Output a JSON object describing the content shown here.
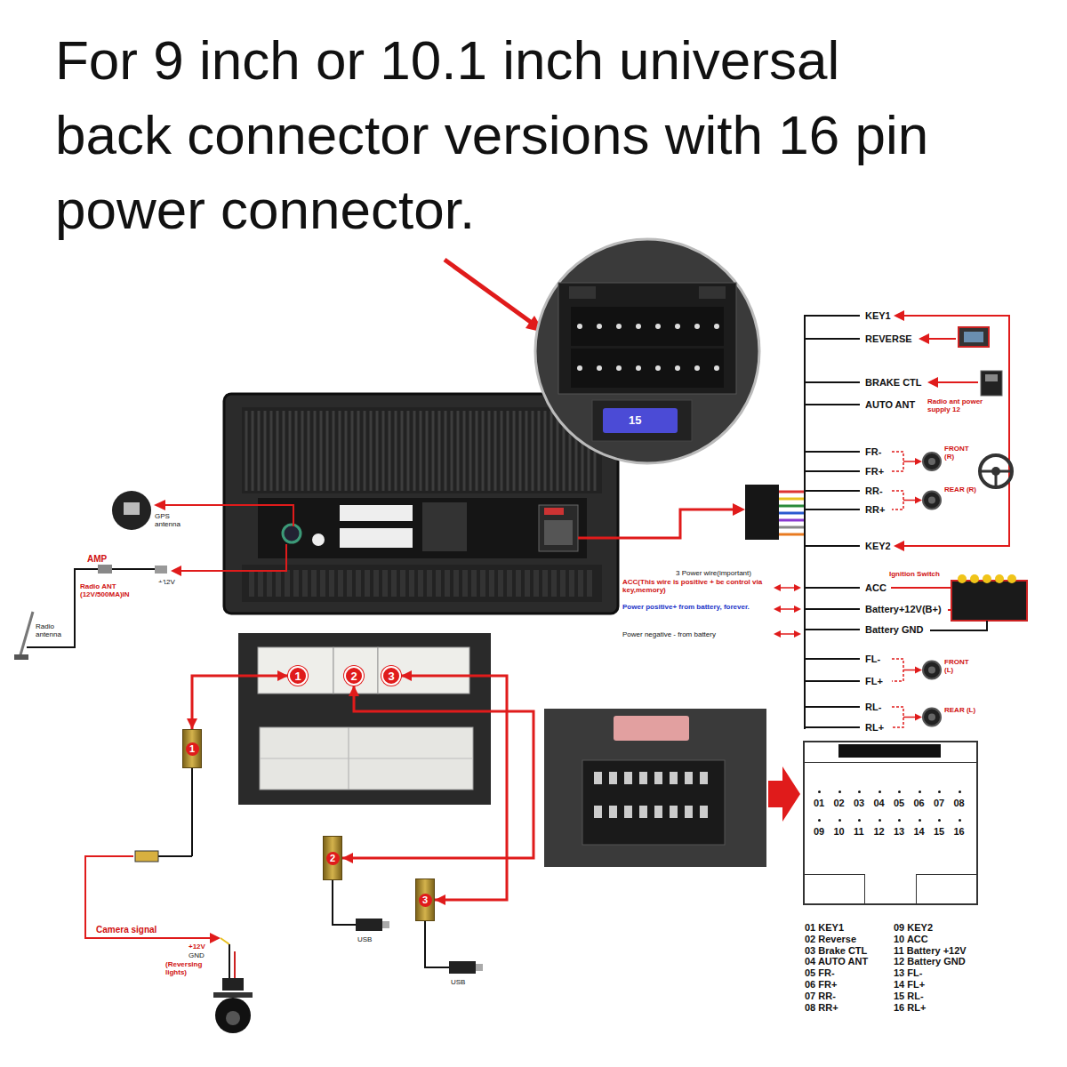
{
  "diagram": {
    "title": "For 9 inch or 10.1 inch universal back connector versions with 16 pin power connector.",
    "nodes": [
      {
        "text": [
          "1"
        ]
      },
      {
        "text": [
          "2"
        ]
      },
      {
        "text": [
          "3"
        ]
      },
      {
        "text": [
          "1"
        ]
      },
      {
        "text": [
          "2"
        ]
      },
      {
        "text": [
          "3"
        ]
      },
      {
        "text": [
          "01",
          "02",
          "03",
          "04",
          "05",
          "06",
          "07",
          "08",
          "09",
          "10",
          "11",
          "12",
          "13",
          "14",
          "15",
          "16"
        ]
      }
    ],
    "edges": [
      {
        "from": 0,
        "to": 3,
        "arrow": "both"
      },
      {
        "from": 1,
        "to": 4,
        "arrow": "both"
      },
      {
        "from": 2,
        "to": 5,
        "arrow": "both"
      }
    ],
    "labels": [
      "GPS antenna",
      "AMP",
      "+12V",
      "Radio ANT (12V/500MA)IN",
      "Radio antenna",
      "15",
      "KEY1",
      "REVERSE",
      "BRAKE CTL",
      "AUTO ANT",
      "Radio ant power supply 12",
      "FR-",
      "FR+",
      "FRONT (R)",
      "RR-",
      "RR+",
      "REAR (R)",
      "KEY2",
      "3 Power wire(important)",
      "ACC(This wire is positive + be control via key,memory)",
      "ACC",
      "Ignition Switch",
      "Power positive+ from battery, forever.",
      "Battery+12V(B+)",
      "Power negative - from battery",
      "Battery GND",
      "FL-",
      "FL+",
      "FRONT (L)",
      "RL-",
      "RL+",
      "REAR (L)",
      "Camera signal",
      "+12V",
      "GND",
      "(Reversing lights)",
      "USB",
      "USB",
      "01 KEY1",
      "02 Reverse",
      "03 Brake CTL",
      "04 AUTO ANT",
      "05 FR-",
      "06 FR+",
      "07 RR-",
      "08 RR+",
      "09 KEY2",
      "10 ACC",
      "11 Battery +12V",
      "12 Battery GND",
      "13 FL-",
      "14 FL+",
      "15 RL-",
      "16 RL+"
    ]
  }
}
